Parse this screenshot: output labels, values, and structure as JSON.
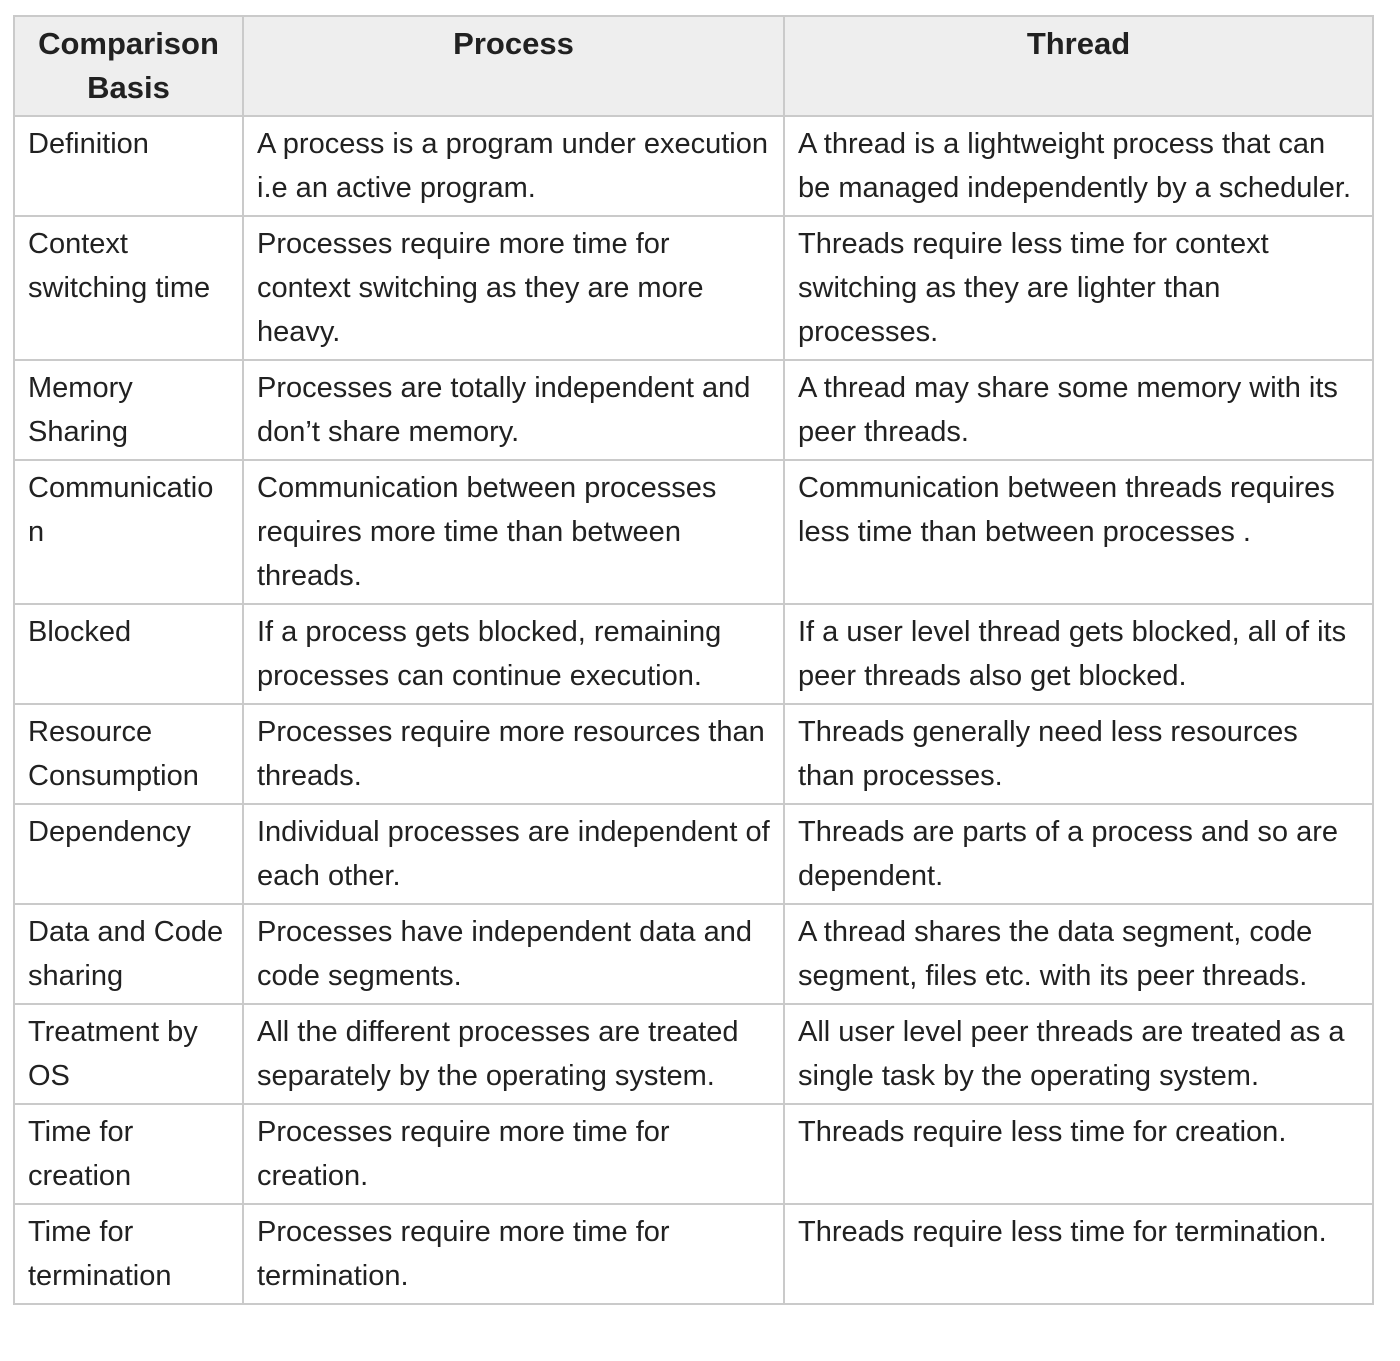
{
  "colors": {
    "header_bg": "#eeeeee",
    "border": "#cacaca",
    "text": "#212121",
    "cell_bg": "#ffffff",
    "page_bg": "#ffffff"
  },
  "table": {
    "headers": [
      "Comparison Basis",
      "Process",
      "Thread"
    ],
    "rows": [
      {
        "basis": "Definition",
        "process": "A process is a program under execution i.e an active program.",
        "thread": "A thread is a lightweight process that can be managed independently by a scheduler."
      },
      {
        "basis": "Context switching time",
        "process": "Processes require more time for context switching as they are more heavy.",
        "thread": "Threads require less time for context switching as they are lighter than processes."
      },
      {
        "basis": "Memory Sharing",
        "process": "Processes are totally independent and don’t share memory.",
        "thread": "A thread may share some memory with its peer threads."
      },
      {
        "basis": "Communication",
        "process": "Communication between processes requires more time than between threads.",
        "thread": "Communication between threads requires less time than between processes ."
      },
      {
        "basis": "Blocked",
        "process": "If a process gets blocked, remaining processes can continue execution.",
        "thread": "If a user level thread gets blocked, all of its peer threads also get blocked."
      },
      {
        "basis": "Resource Consumption",
        "process": "Processes require more resources than threads.",
        "thread": "Threads generally need less resources than processes."
      },
      {
        "basis": "Dependency",
        "process": "Individual processes are independent of each other.",
        "thread": "Threads are parts of a process and so are dependent."
      },
      {
        "basis": "Data and Code sharing",
        "process": "Processes have independent data and code segments.",
        "thread": "A thread shares the data segment, code segment, files etc. with its peer threads."
      },
      {
        "basis": "Treatment by OS",
        "process": "All the different processes are treated separately by the operating system.",
        "thread": "All user level peer threads are treated as a single task by the operating system."
      },
      {
        "basis": "Time for creation",
        "process": "Processes require more time for creation.",
        "thread": "Threads require less time for creation."
      },
      {
        "basis": "Time for termination",
        "process": "Processes require more time for termination.",
        "thread": "Threads require less time for termination."
      }
    ]
  }
}
